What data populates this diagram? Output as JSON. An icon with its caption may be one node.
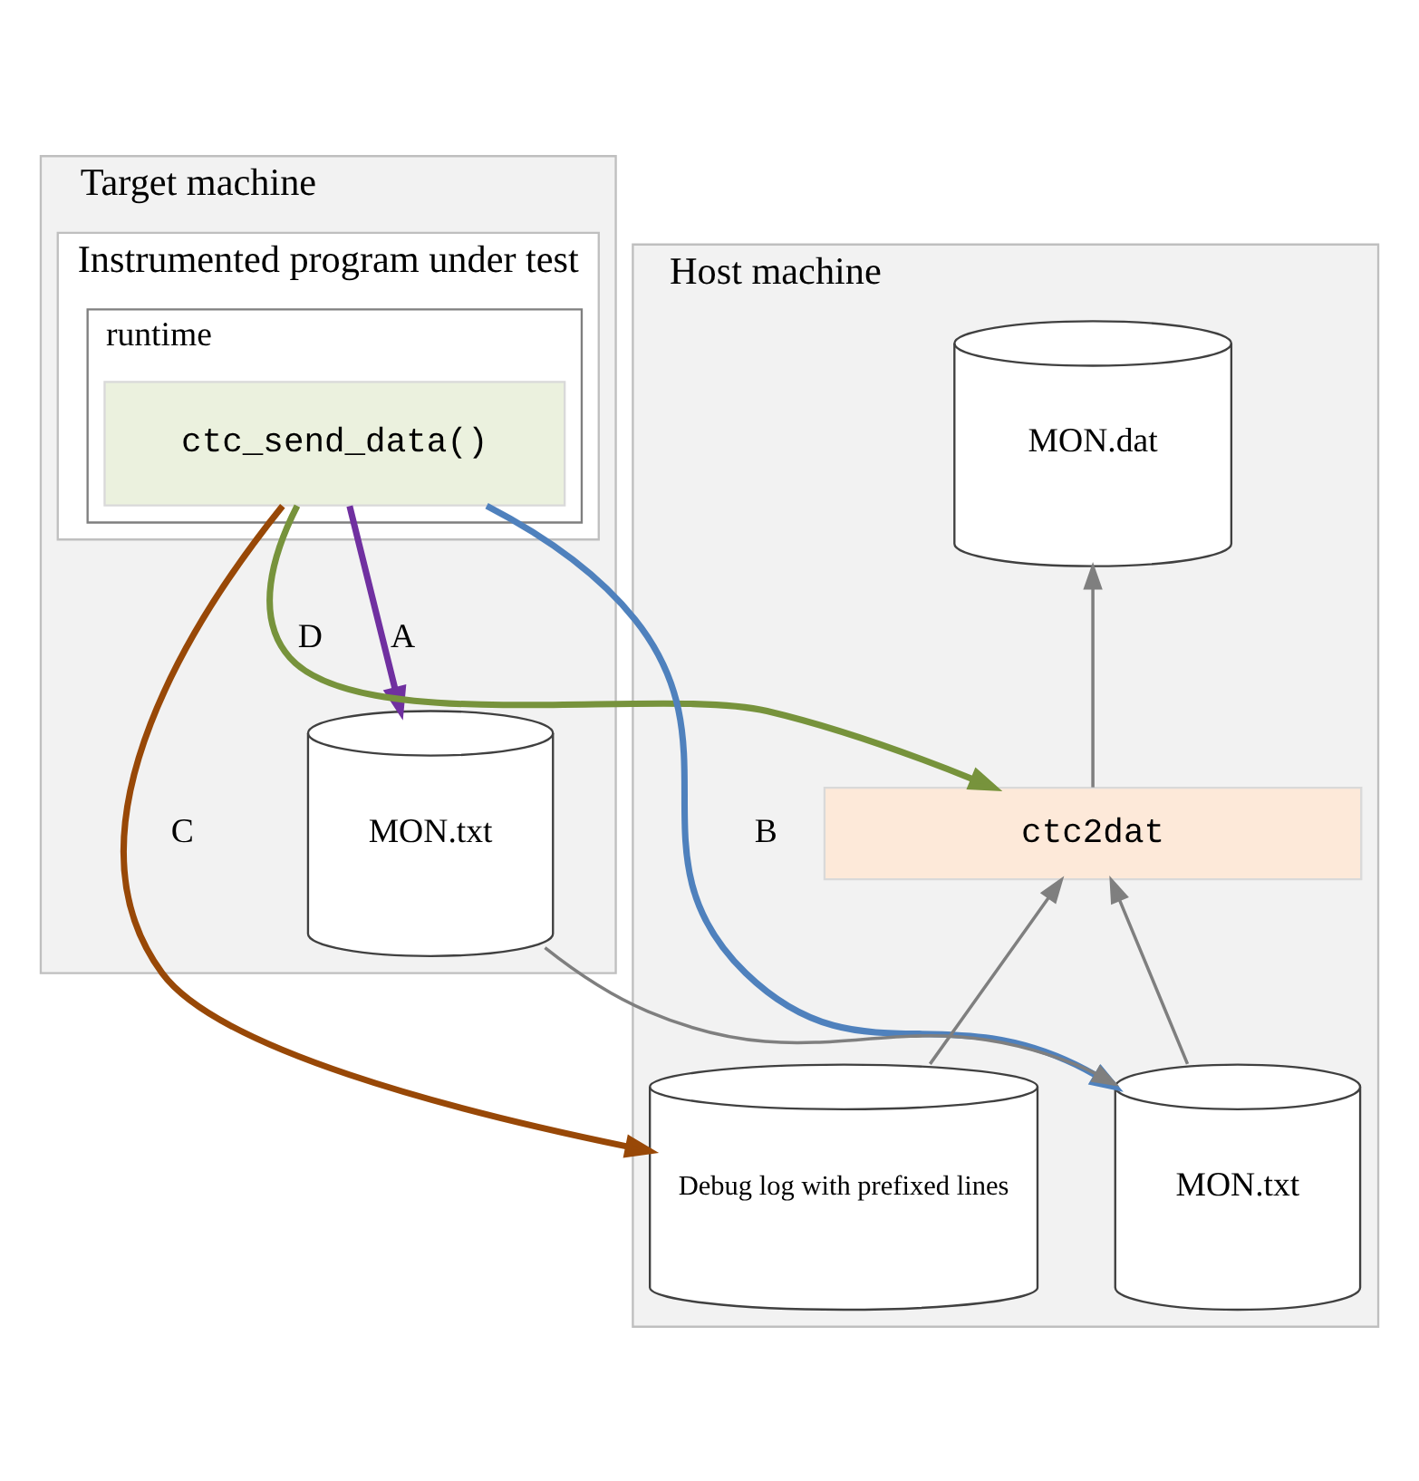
{
  "diagram": {
    "nodes": [
      {
        "text": [
          "Target machine"
        ]
      },
      {
        "text": [
          "Instrumented program under test"
        ],
        "in": 0
      },
      {
        "text": [
          "runtime"
        ],
        "in": 1
      },
      {
        "text": [
          "ctc_send_data()"
        ],
        "in": 2
      },
      {
        "text": [
          "MON.txt"
        ],
        "in": 0
      },
      {
        "text": [
          "Host machine"
        ]
      },
      {
        "text": [
          "MON.dat"
        ],
        "in": 5
      },
      {
        "text": [
          "ctc2dat"
        ],
        "in": 5
      },
      {
        "text": [
          "MON.txt"
        ],
        "in": 5
      },
      {
        "text": [
          "Debug log with prefixed lines"
        ],
        "in": 5
      }
    ],
    "edges": [
      {
        "from": 3,
        "to": 4,
        "arrow": "to",
        "label": "A",
        "style": "thick",
        "color": "#7030a0"
      },
      {
        "from": 3,
        "to": 8,
        "arrow": "to",
        "label": "B",
        "style": "thick",
        "color": "#4f81bd"
      },
      {
        "from": 3,
        "to": 9,
        "arrow": "to",
        "label": "C",
        "style": "thick",
        "color": "#984807"
      },
      {
        "from": 3,
        "to": 7,
        "arrow": "to",
        "label": "D",
        "style": "thick",
        "color": "#77933c"
      },
      {
        "from": 4,
        "to": 8,
        "arrow": "to"
      },
      {
        "from": 8,
        "to": 7,
        "arrow": "to"
      },
      {
        "from": 9,
        "to": 7,
        "arrow": "to"
      },
      {
        "from": 7,
        "to": 6,
        "arrow": "to"
      }
    ]
  }
}
